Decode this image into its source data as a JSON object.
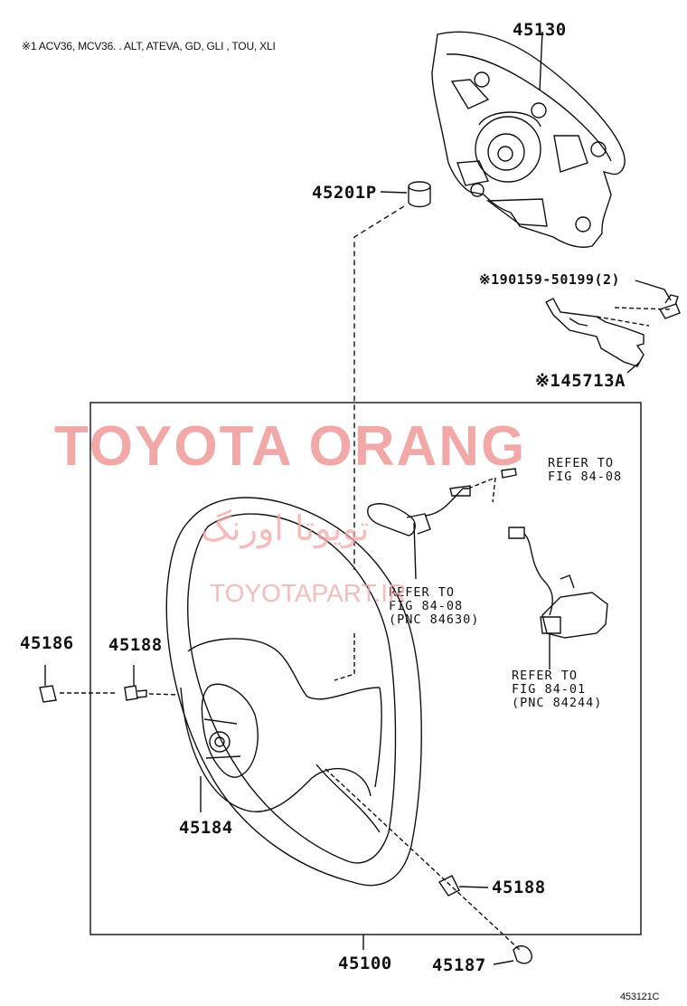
{
  "note": "※1 ACV36, MCV36. . ALT, ATEVA, GD, GLI , TOU, XLI",
  "parts": {
    "p45130": "45130",
    "p45201P": "45201P",
    "p90159": "※190159-50199(2)",
    "p45713A": "※145713A",
    "p45186": "45186",
    "p45188a": "45188",
    "p45184": "45184",
    "p45188b": "45188",
    "p45100": "45100",
    "p45187": "45187"
  },
  "refs": {
    "r1": "REFER TO\nFIG 84-08",
    "r2": "REFER TO\nFIG 84-08\n(PNC 84630)",
    "r3": "REFER TO\nFIG 84-01\n(PNC 84244)"
  },
  "watermark": {
    "main": "TOYOTA ORANG",
    "persian": "تویوتا اورنگ",
    "site": "TOYOTAPART.IR",
    "color": "#f08c8c"
  },
  "figure_code": "453121C"
}
